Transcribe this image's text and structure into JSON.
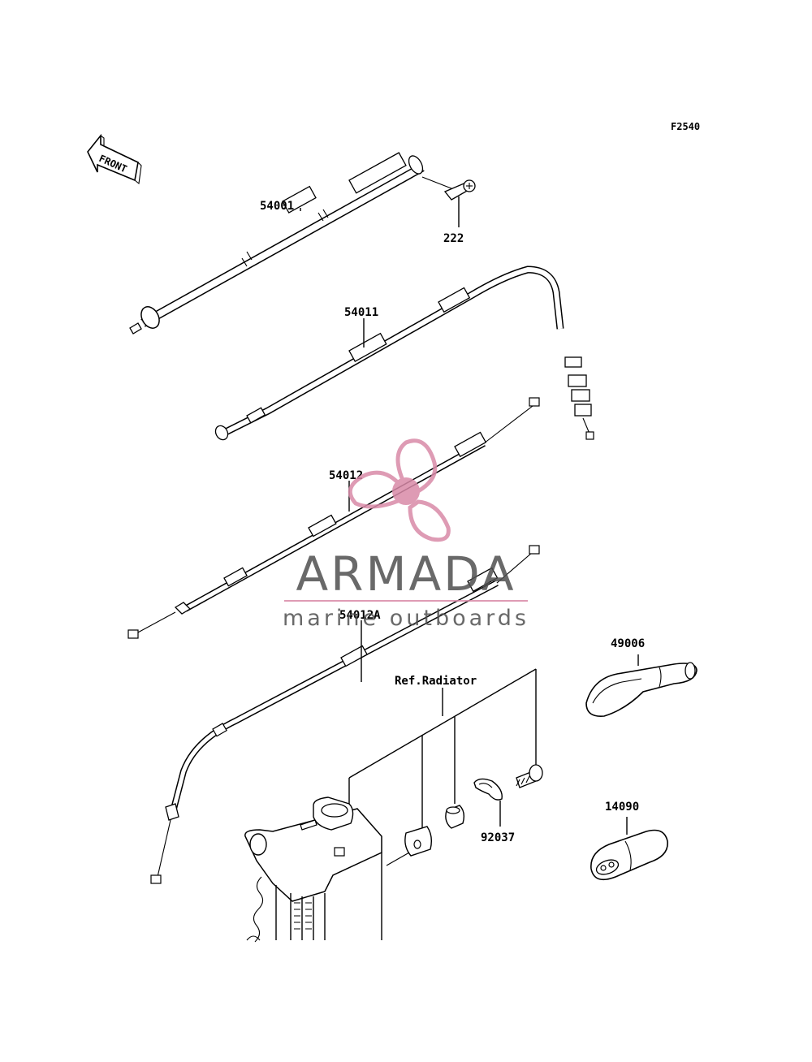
{
  "diagram": {
    "code": "F2540",
    "front_label": "FRONT",
    "parts": {
      "speedometer_cable": "54001",
      "screw": "222",
      "throttle_cable": "54011",
      "choke_cable": "54012",
      "choke_cable_a": "54012A",
      "reference": "Ref.Radiator",
      "clamp": "92037",
      "cap": "49006",
      "cover": "14090"
    }
  },
  "watermark": {
    "brand": "ARMADA",
    "tagline": "marine outboards",
    "color": "#d98aa8"
  }
}
